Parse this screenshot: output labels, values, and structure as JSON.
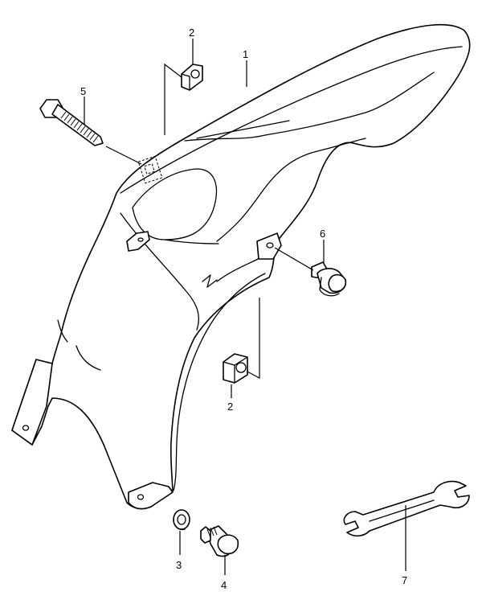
{
  "callouts": {
    "fender": "1",
    "nut_top": "2",
    "nut_bottom": "2",
    "washer": "3",
    "bolt_bottom": "4",
    "bolt_long": "5",
    "bolt_right": "6",
    "wrench": "7"
  }
}
